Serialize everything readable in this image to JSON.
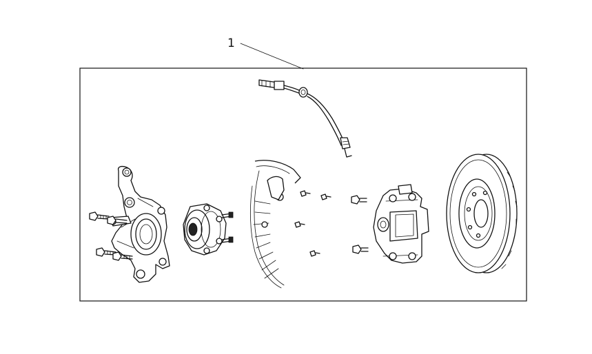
{
  "diagram": {
    "callout": {
      "number": "1"
    },
    "colors": {
      "line": "#111111",
      "background": "#ffffff"
    },
    "components": [
      "brake-hose",
      "steering-knuckle",
      "knuckle-bolts",
      "hub-bearing",
      "brake-shield",
      "shield-screws",
      "caliper-bolts",
      "brake-caliper",
      "brake-rotor"
    ]
  }
}
